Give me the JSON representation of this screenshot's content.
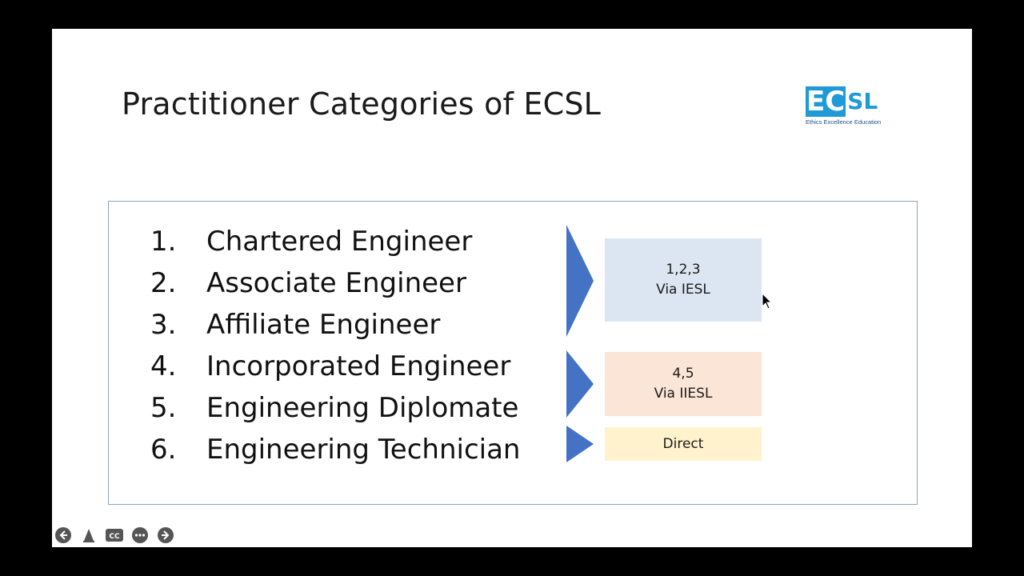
{
  "slide": {
    "title": "Practitioner Categories of ECSL"
  },
  "logo": {
    "part1": "EC",
    "part2": "SL",
    "tagline": "Ethics  Excellence  Education"
  },
  "categories": [
    {
      "num": "1.",
      "label": "Chartered Engineer"
    },
    {
      "num": "2.",
      "label": "Associate Engineer"
    },
    {
      "num": "3.",
      "label": "Affiliate Engineer"
    },
    {
      "num": "4.",
      "label": "Incorporated Engineer"
    },
    {
      "num": "5.",
      "label": "Engineering Diplomate"
    },
    {
      "num": "6.",
      "label": "Engineering Technician"
    }
  ],
  "routes": [
    {
      "line1": "1,2,3",
      "line2": "Via IESL",
      "color": "#dce6f2"
    },
    {
      "line1": "4,5",
      "line2": "Via IIESL",
      "color": "#fbe5d6"
    },
    {
      "line1": "Direct",
      "line2": "",
      "color": "#fff2cc"
    }
  ],
  "colors": {
    "arrow": "#4472c4",
    "logo_blue": "#1f9ad6",
    "box_border": "#8ea2bf"
  },
  "player_controls": [
    "previous-icon",
    "pointer-icon",
    "captions-icon",
    "more-icon",
    "next-icon"
  ]
}
